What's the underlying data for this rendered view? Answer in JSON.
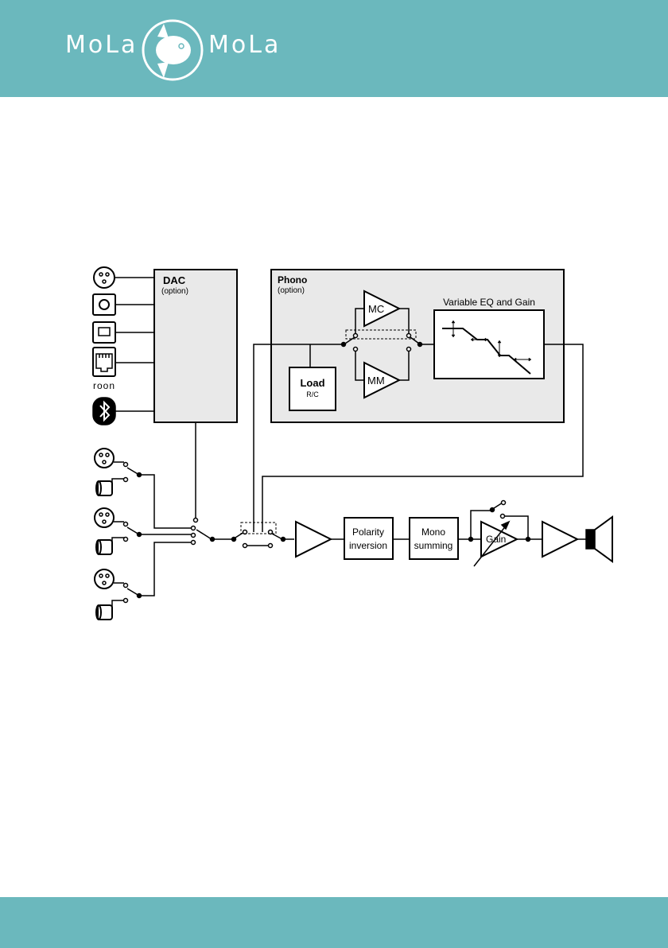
{
  "colors": {
    "brand_teal": "#6bb8bd",
    "line": "#000000",
    "box_fill": "#e9e9e9"
  },
  "logo": {
    "left_word": "MoLa",
    "right_word": "MoLa"
  },
  "dac": {
    "title": "DAC",
    "subtitle": "(option)"
  },
  "phono": {
    "title": "Phono",
    "subtitle": "(option)"
  },
  "amp_mc": "MC",
  "amp_mm": "MM",
  "load": {
    "title": "Load",
    "subtitle": "R/C"
  },
  "eq": {
    "title": "Variable EQ and Gain"
  },
  "roon_label": "roon",
  "polarity": {
    "line1": "Polarity",
    "line2": "inversion"
  },
  "mono": {
    "line1": "Mono",
    "line2": "summing"
  },
  "gain": "Gain",
  "icons": [
    "xlr-input-icon",
    "optical-input-icon",
    "usb-input-icon",
    "ethernet-input-icon",
    "bluetooth-icon",
    "rca-input-icon",
    "speaker-icon"
  ]
}
